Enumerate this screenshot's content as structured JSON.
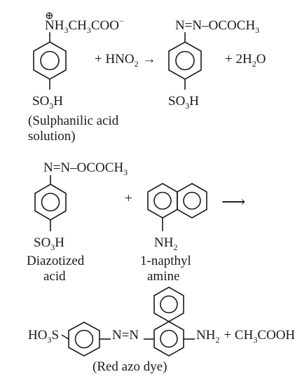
{
  "reaction1": {
    "reactant_top_a": "NH",
    "reactant_top_sub1": "3",
    "reactant_top_b": "CH",
    "reactant_top_sub2": "3",
    "reactant_top_c": "COO",
    "reactant_top_sup": "−",
    "plus_symbol": "⊕",
    "reactant_bottom_a": "SO",
    "reactant_bottom_sub": "3",
    "reactant_bottom_b": "H",
    "reagent_a": "+ HNO",
    "reagent_sub": "2",
    "arrow": "→",
    "product_top_a": "N=N–OCOCH",
    "product_top_sub": "3",
    "product_bottom_a": "SO",
    "product_bottom_sub": "3",
    "product_bottom_b": "H",
    "byproduct_a": "+ 2H",
    "byproduct_sub": "2",
    "byproduct_b": "O",
    "caption_line1": "(Sulphanilic acid",
    "caption_line2": "solution)"
  },
  "reaction2": {
    "diazo_top_a": "N=N–OCOCH",
    "diazo_top_sub": "3",
    "diazo_bottom_a": "SO",
    "diazo_bottom_sub": "3",
    "diazo_bottom_b": "H",
    "plus": "+",
    "amine_a": "NH",
    "amine_sub": "2",
    "arrow": "⟶",
    "label1_line1": "Diazotized",
    "label1_line2": "acid",
    "label2_line1": "1-napthyl",
    "label2_line2": "amine"
  },
  "product": {
    "left_a": "HO",
    "left_sub": "3",
    "left_b": "S",
    "middle": "N=N",
    "right_a": "NH",
    "right_sub": "2",
    "right_b": "+ CH",
    "right_sub2": "3",
    "right_c": "COOH",
    "caption": "(Red azo dye)"
  }
}
